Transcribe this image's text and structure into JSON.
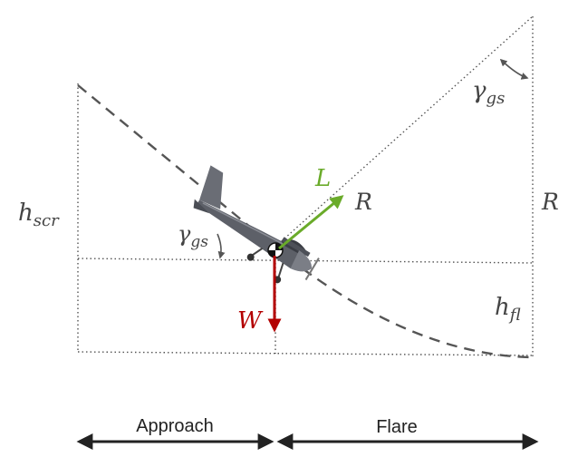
{
  "colors": {
    "lift": "#6aab2a",
    "weight": "#b30000",
    "line": "#444444",
    "text": "#444444"
  },
  "symbols": {
    "h_scr": {
      "base": "h",
      "sub": "scr"
    },
    "gamma_gs_top": {
      "base": "γ",
      "sub": "gs"
    },
    "gamma_gs_aircraft": {
      "base": "γ",
      "sub": "gs"
    },
    "R_center": "R",
    "R_right": "R",
    "h_fl": {
      "base": "h",
      "sub": "fl"
    },
    "L": "L",
    "W": "W"
  },
  "phases": {
    "approach": "Approach",
    "flare": "Flare"
  }
}
